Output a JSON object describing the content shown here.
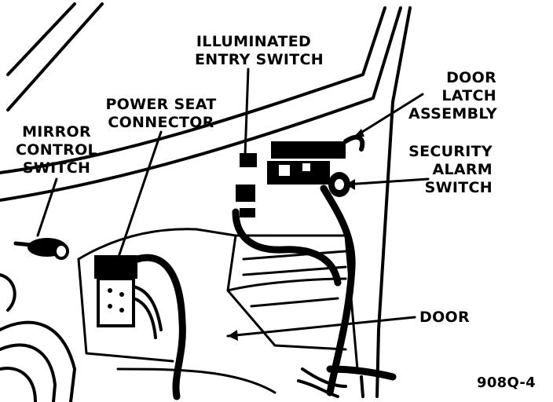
{
  "labels": {
    "illuminated_entry_switch": [
      "ILLUMINATED",
      "ENTRY SWITCH"
    ],
    "power_seat_connector": [
      "POWER SEAT",
      "CONNECTOR"
    ],
    "mirror_control_switch": [
      "MIRROR",
      "CONTROL",
      "SWITCH"
    ],
    "door_latch_assembly": [
      "DOOR",
      "LATCH",
      "ASSEMBLY"
    ],
    "security_alarm_switch": [
      "SECURITY",
      "ALARM",
      "SWITCH"
    ],
    "door": "DOOR"
  },
  "figure_id": "908Q-4",
  "colors": {
    "ink": "#000000",
    "paper": "#ffffff"
  }
}
